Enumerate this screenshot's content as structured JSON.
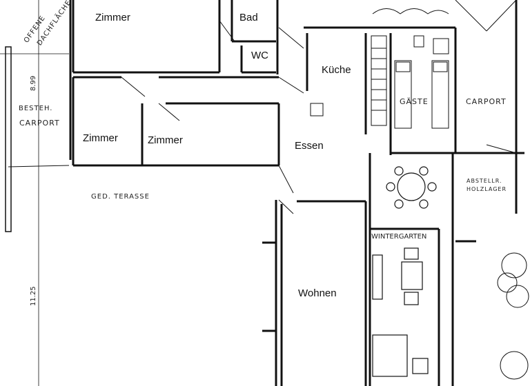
{
  "rooms": {
    "zimmer_top": "Zimmer",
    "bad": "Bad",
    "wc": "WC",
    "kueche": "Küche",
    "gaeste": "GÄSTE",
    "carport": "CARPORT",
    "zimmer_left": "Zimmer",
    "zimmer_mid": "Zimmer",
    "essen": "Essen",
    "wintergarten": "WINTERGARTEN",
    "wohnen": "Wohnen"
  },
  "annotations": {
    "offene": "OFFENE",
    "dachflaeche": "DACHFLÄCHE",
    "dim_top": "8.99",
    "besteh": "BESTEH.",
    "besteh_carport": "CARPORT",
    "terasse": "GED. TERASSE",
    "abstellr": "ABSTELLR.",
    "holzlager": "HOLZLAGER",
    "dim_bottom": "11.25"
  }
}
